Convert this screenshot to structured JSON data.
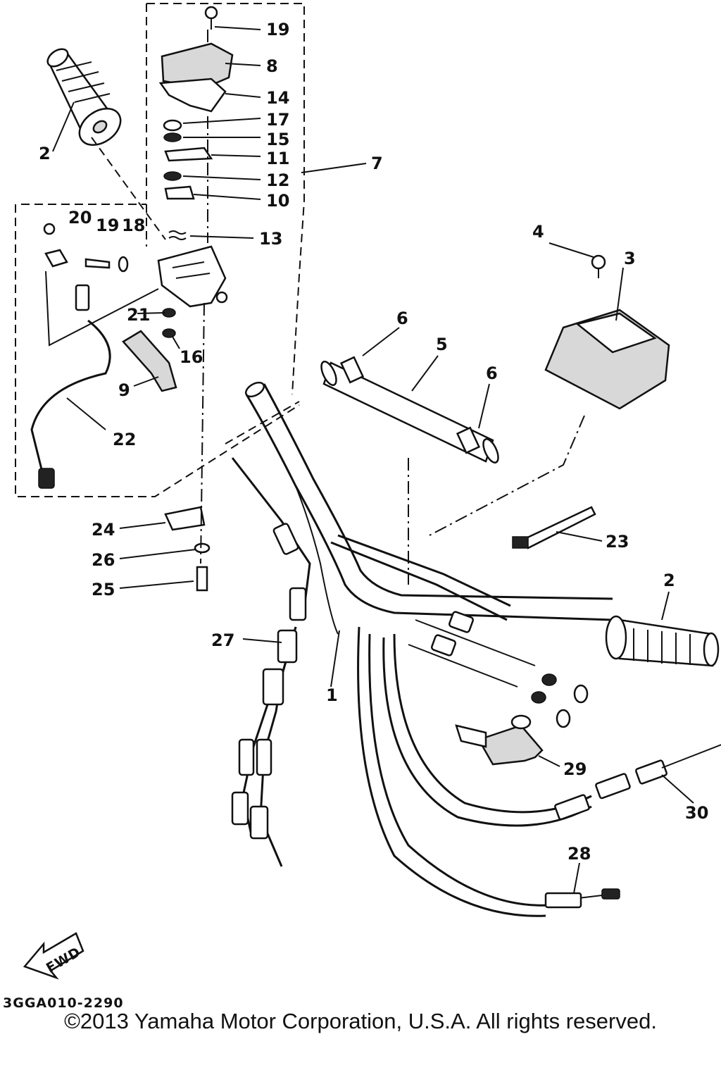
{
  "diagram": {
    "callouts": [
      "1",
      "2",
      "2",
      "3",
      "4",
      "5",
      "6",
      "6",
      "7",
      "8",
      "9",
      "10",
      "11",
      "12",
      "13",
      "14",
      "15",
      "16",
      "17",
      "18",
      "19",
      "19",
      "20",
      "21",
      "22",
      "23",
      "24",
      "25",
      "26",
      "27",
      "28",
      "29",
      "30"
    ],
    "fwd_label": "FWD",
    "diagram_code": "3GGA010-2290"
  },
  "footer": {
    "copyright": "©2013 Yamaha Motor Corporation, U.S.A. All rights reserved."
  }
}
